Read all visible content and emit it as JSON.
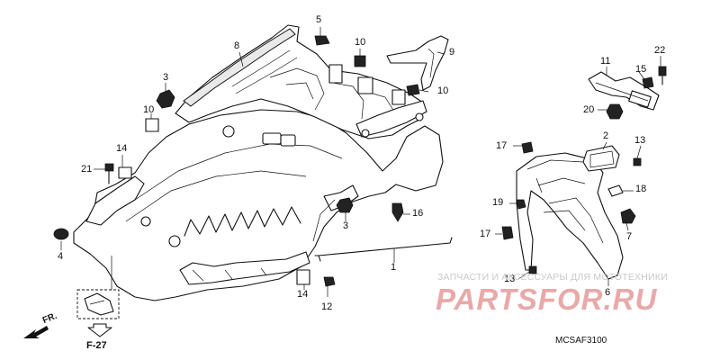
{
  "callouts": [
    {
      "label": "5"
    },
    {
      "label": "8"
    },
    {
      "label": "10"
    },
    {
      "label": "9"
    },
    {
      "label": "3"
    },
    {
      "label": "10"
    },
    {
      "label": "10"
    },
    {
      "label": "14"
    },
    {
      "label": "21"
    },
    {
      "label": "4"
    },
    {
      "label": "3"
    },
    {
      "label": "16"
    },
    {
      "label": "1"
    },
    {
      "label": "14"
    },
    {
      "label": "12"
    },
    {
      "label": "11"
    },
    {
      "label": "22"
    },
    {
      "label": "15"
    },
    {
      "label": "20"
    },
    {
      "label": "17"
    },
    {
      "label": "2"
    },
    {
      "label": "13"
    },
    {
      "label": "18"
    },
    {
      "label": "19"
    },
    {
      "label": "17"
    },
    {
      "label": "7"
    },
    {
      "label": "13"
    },
    {
      "label": "6"
    }
  ],
  "direction_label": "FR.",
  "reference_label": "F-27",
  "watermark": {
    "tagline": "ЗАПЧАСТИ И АКСЕССУАРЫ ДЛЯ МОТОТЕХНИКИ",
    "logo": "PARTSFOR.RU"
  },
  "diagram_code": "MCSAF3100"
}
